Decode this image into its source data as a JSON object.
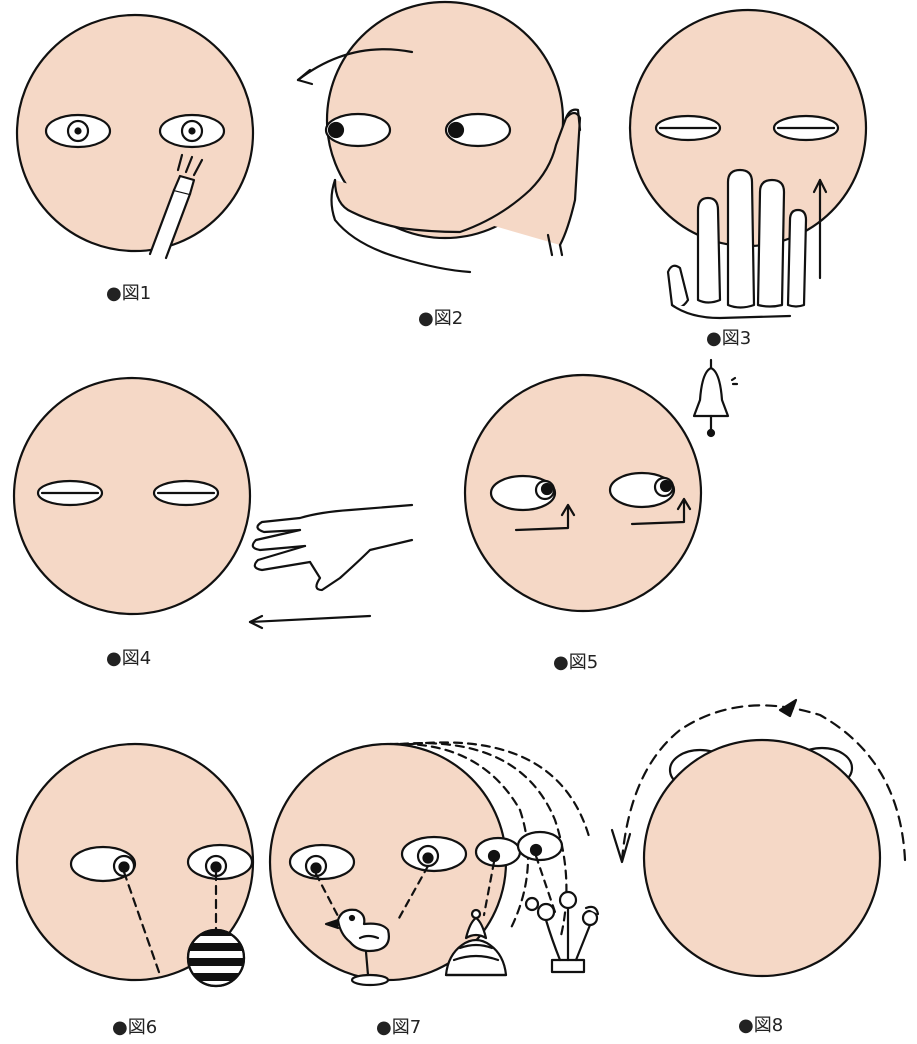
{
  "colors": {
    "face": "#f5d8c6",
    "line": "#111111",
    "background": "#ffffff"
  },
  "figures": [
    {
      "label": "●図1",
      "scene": "light-reflex-eyes-follow-penlight"
    },
    {
      "label": "●図2",
      "scene": "head-turn-eyes-doll-phenomenon"
    },
    {
      "label": "●図3",
      "scene": "hand-approach-eyes-closed"
    },
    {
      "label": "●図4",
      "scene": "hand-sweep-eyes-closed"
    },
    {
      "label": "●図5",
      "scene": "bell-sound-eyes-turn"
    },
    {
      "label": "●図6",
      "scene": "eyes-fixate-striped-ball"
    },
    {
      "label": "●図7",
      "scene": "eyes-track-moving-toys"
    },
    {
      "label": "●図8",
      "scene": "head-rotates-following-object"
    }
  ]
}
